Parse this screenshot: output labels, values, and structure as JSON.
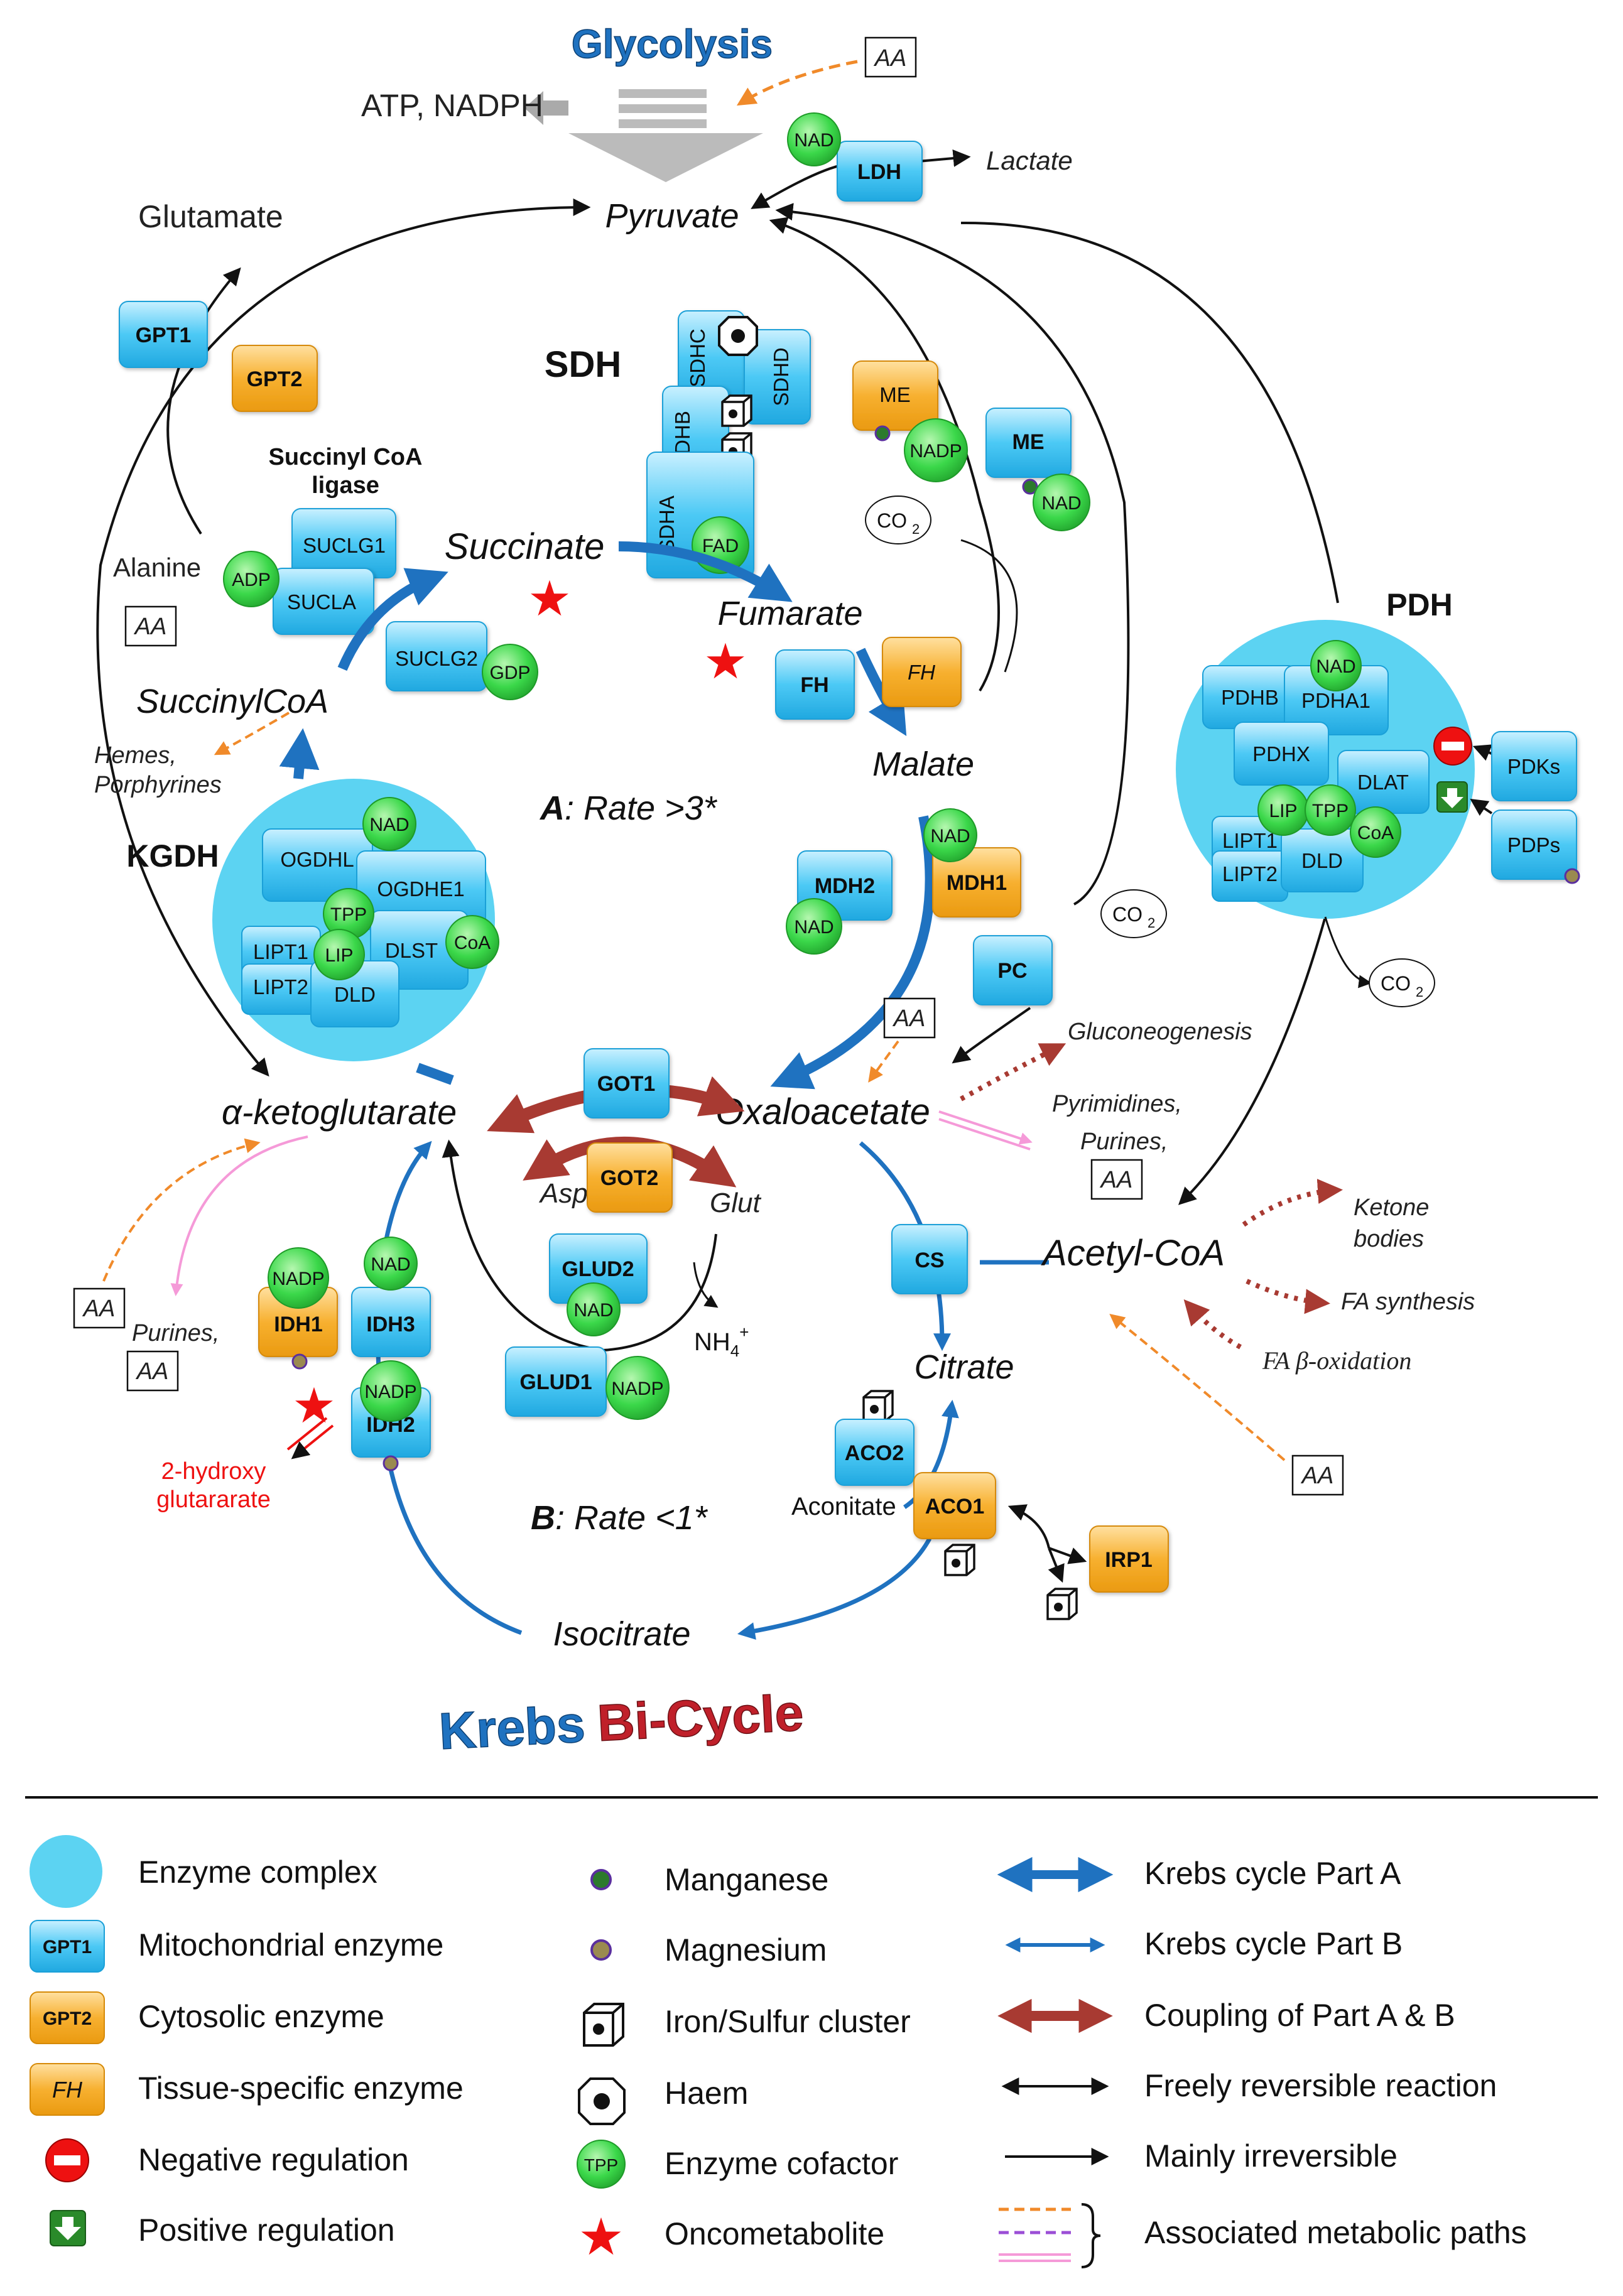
{
  "titles": {
    "glycolysis": "Glycolysis",
    "krebs": "Krebs",
    "bi_cycle": "Bi-Cycle",
    "part_a": "A",
    "part_a_rest": ": Rate >3*",
    "part_b": "B",
    "part_b_rest": ": Rate <1*"
  },
  "metabolites": {
    "pyruvate": "Pyruvate",
    "succinate": "Succinate",
    "fumarate": "Fumarate",
    "malate": "Malate",
    "succinylcoa": "SuccinylCoA",
    "akg": "α-ketoglutarate",
    "oxaloacetate": "Oxaloacetate",
    "citrate": "Citrate",
    "isocitrate": "Isocitrate",
    "acetylcoa": "Acetyl-CoA",
    "glutamate": "Glutamate",
    "alanine": "Alanine",
    "lactate": "Lactate",
    "atp_nadph": "ATP, NADPH",
    "asp": "Asp",
    "glut": "Glut",
    "nh4": "NH",
    "nh4_sub": "4",
    "nh4_sup": "+",
    "aconitate": "Aconitate",
    "hydroxy1": "2-hydroxy",
    "hydroxy2": "glutararate",
    "hemes": "Hemes,",
    "porphyrines": "Porphyrines",
    "gluconeogenesis": "Gluconeogenesis",
    "pyrimidines": "Pyrimidines,",
    "purines": "Purines,",
    "purines2": "Purines,",
    "ketone1": "Ketone",
    "ketone2": "bodies",
    "fa_synthesis": "FA synthesis",
    "fa_beta": "FA β-oxidation",
    "aa": "AA",
    "co2": "CO",
    "co2_sub": "2"
  },
  "complexes": {
    "sdh": "SDH",
    "pdh": "PDH",
    "kgdh": "KGDH",
    "succinyl_ligase_1": "Succinyl CoA",
    "succinyl_ligase_2": "ligase"
  },
  "enzymes": {
    "gpt1": "GPT1",
    "gpt2": "GPT2",
    "ldh": "LDH",
    "me_cyto": "ME",
    "me_mito": "ME",
    "sdhc": "SDHC",
    "sdhd": "SDHD",
    "sdhb": "SDHB",
    "sdha": "SDHA",
    "suclg1": "SUCLG1",
    "sucla": "SUCLA",
    "suclg2": "SUCLG2",
    "fh_mito": "FH",
    "fh_tissue": "FH",
    "mdh2": "MDH2",
    "mdh1": "MDH1",
    "pc": "PC",
    "got1": "GOT1",
    "got2": "GOT2",
    "glud2": "GLUD2",
    "glud1": "GLUD1",
    "idh1": "IDH1",
    "idh3": "IDH3",
    "idh2": "IDH2",
    "cs": "CS",
    "aco2": "ACO2",
    "aco1": "ACO1",
    "irp1": "IRP1",
    "ogdhl": "OGDHL",
    "ogdhe1": "OGDHE1",
    "dlst": "DLST",
    "lipt1": "LIPT1",
    "lipt2": "LIPT2",
    "dld_k": "DLD",
    "pdhb": "PDHB",
    "pdha1": "PDHA1",
    "pdhx": "PDHX",
    "dlat": "DLAT",
    "lipt1_p": "LIPT1",
    "lipt2_p": "LIPT2",
    "dld_p": "DLD",
    "pdks": "PDKs",
    "pdps": "PDPs"
  },
  "cofactors": {
    "nad": "NAD",
    "nadp": "NADP",
    "adp": "ADP",
    "gdp": "GDP",
    "fad": "FAD",
    "tpp": "TPP",
    "lip": "LIP",
    "coa": "CoA"
  },
  "legend": {
    "col1": [
      {
        "label": "Enzyme complex"
      },
      {
        "label": "Mitochondrial enzyme",
        "icon_text": "GPT1"
      },
      {
        "label": "Cytosolic enzyme",
        "icon_text": "GPT2"
      },
      {
        "label": "Tissue-specific enzyme",
        "icon_text": "FH"
      },
      {
        "label": "Negative regulation"
      },
      {
        "label": "Positive regulation"
      }
    ],
    "col2": [
      {
        "label": "Manganese"
      },
      {
        "label": "Magnesium"
      },
      {
        "label": "Iron/Sulfur cluster"
      },
      {
        "label": "Haem"
      },
      {
        "label": "Enzyme cofactor",
        "icon_text": "TPP"
      },
      {
        "label": "Oncometabolite"
      }
    ],
    "col3": [
      {
        "label": "Krebs cycle Part A"
      },
      {
        "label": "Krebs cycle Part B"
      },
      {
        "label": "Coupling of Part A & B"
      },
      {
        "label": "Freely reversible reaction"
      },
      {
        "label": "Mainly irreversible"
      },
      {
        "label": "Associated metabolic paths"
      }
    ]
  },
  "colors": {
    "mito": "#35c4f0",
    "cyto": "#f5a623",
    "complex": "#5cd3f2",
    "cofactor": "#3bd84a",
    "part_a": "#1f72c0",
    "coupling": "#a83a32",
    "onco": "#ee1111",
    "orange_dash": "#f08a2a",
    "pink": "#f59ad8",
    "dotted": "#a83a32"
  }
}
